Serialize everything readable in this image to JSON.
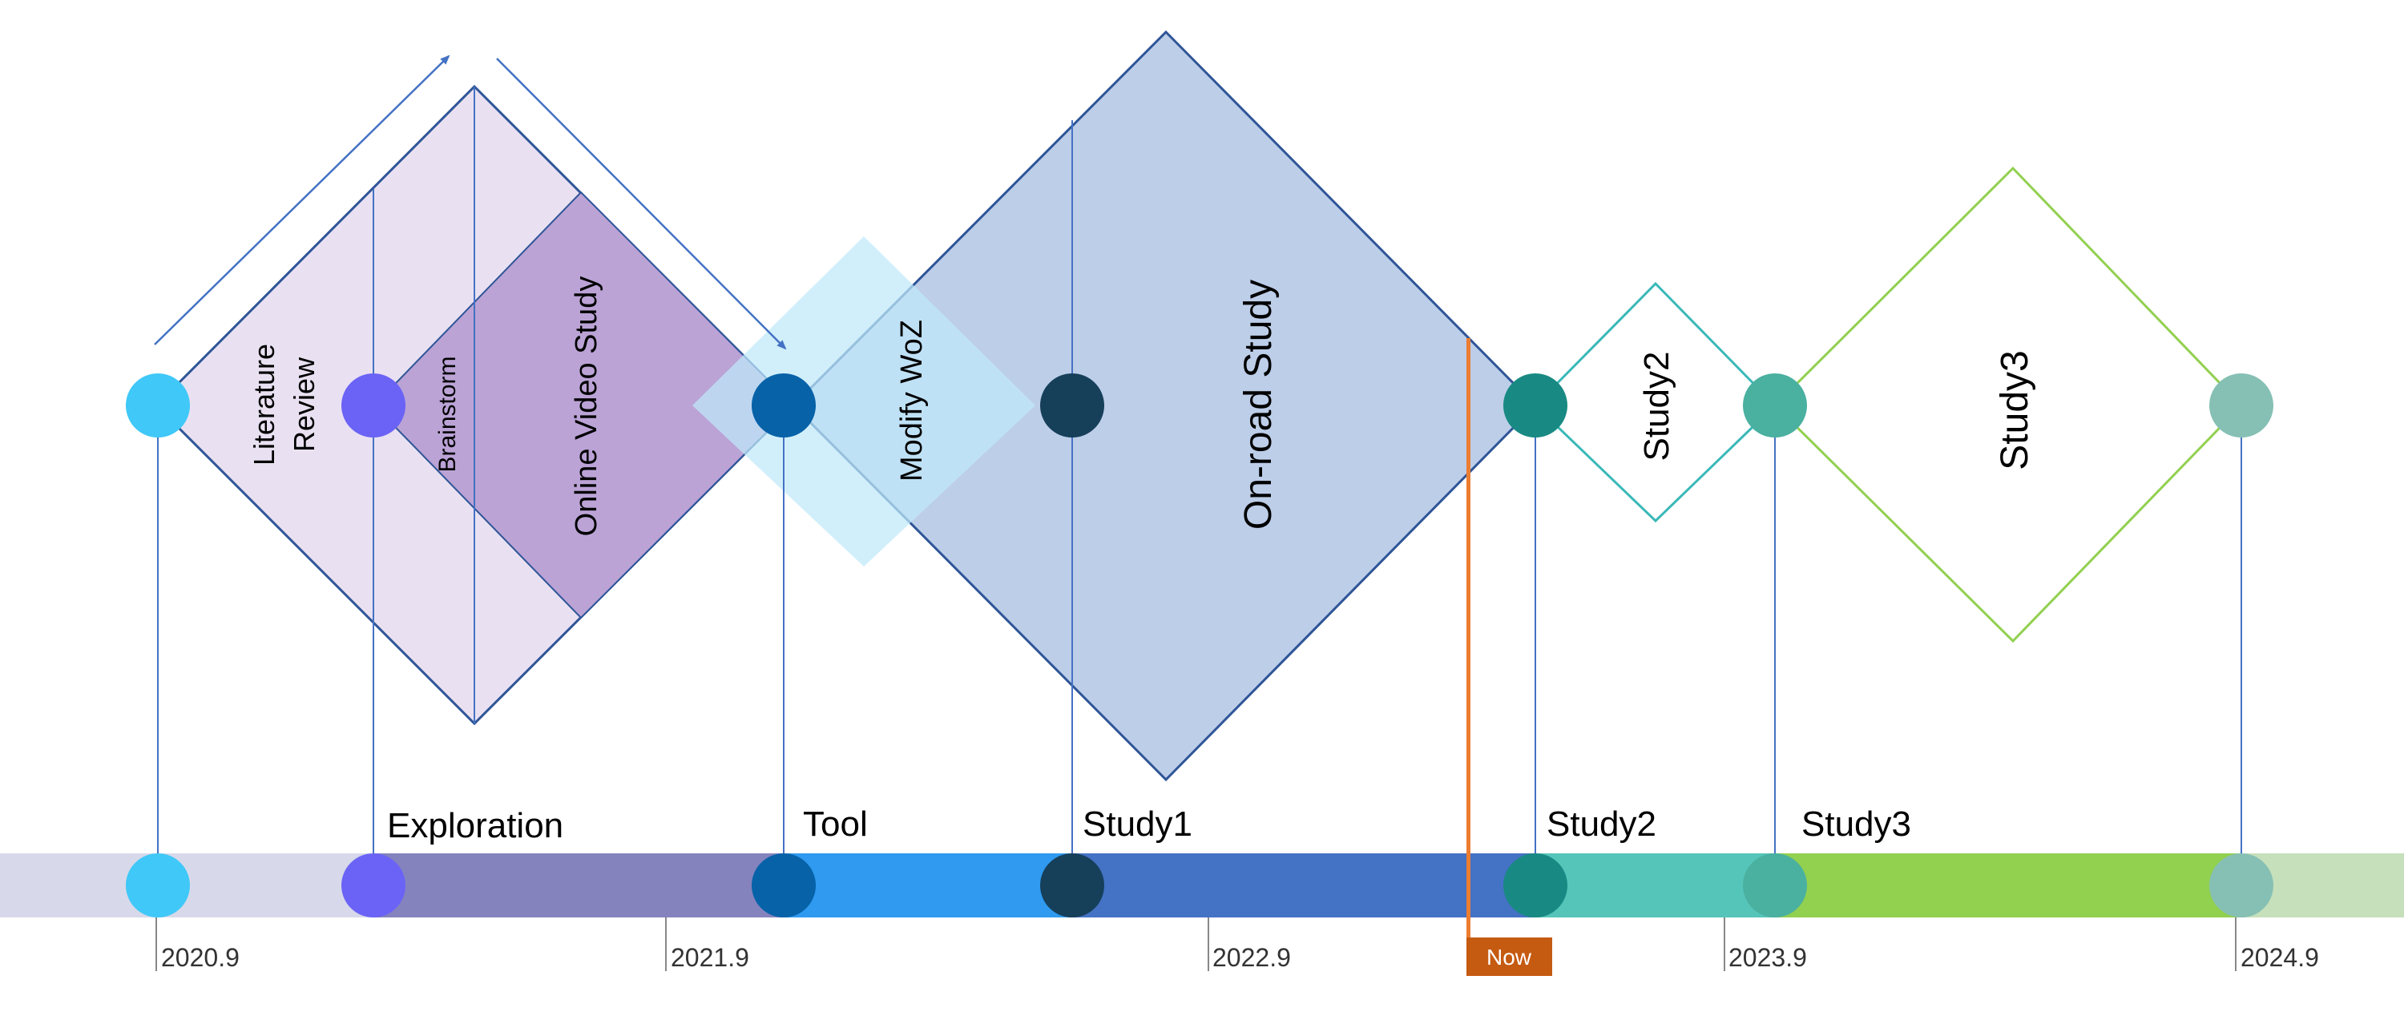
{
  "diagram": {
    "diamond_labels": {
      "literature_review_line1": "Literature",
      "literature_review_line2": "Review",
      "brainstorm": "Brainstorm",
      "online_video_study": "Online Video Study",
      "modify_woz": "Modify WoZ",
      "on_road_study": "On-road Study",
      "study2": "Study2",
      "study3": "Study3"
    },
    "phases": {
      "exploration": "Exploration",
      "tool": "Tool",
      "study1": "Study1",
      "study2": "Study2",
      "study3": "Study3"
    },
    "ticks": [
      "2020.9",
      "2021.9",
      "2022.9",
      "2023.9",
      "2024.9"
    ],
    "now_label": "Now"
  },
  "colors": {
    "track_bg": "#d7d9ea",
    "track_end": "#c6e0bb",
    "exploration": "#8583be",
    "tool": "#2f9af0",
    "study1": "#4472c4",
    "study2": "#56c5b9",
    "study3": "#92d050",
    "now_line": "#ed7d31",
    "now_badge": "#c55a11",
    "node_start": "#3fc8f8",
    "node_exploration": "#6b63f5",
    "node_tool": "#0762a8",
    "node_study1": "#163f5a",
    "node_study2": "#188a83",
    "node_study3": "#4ab0a0",
    "node_end": "#86c0b4"
  }
}
